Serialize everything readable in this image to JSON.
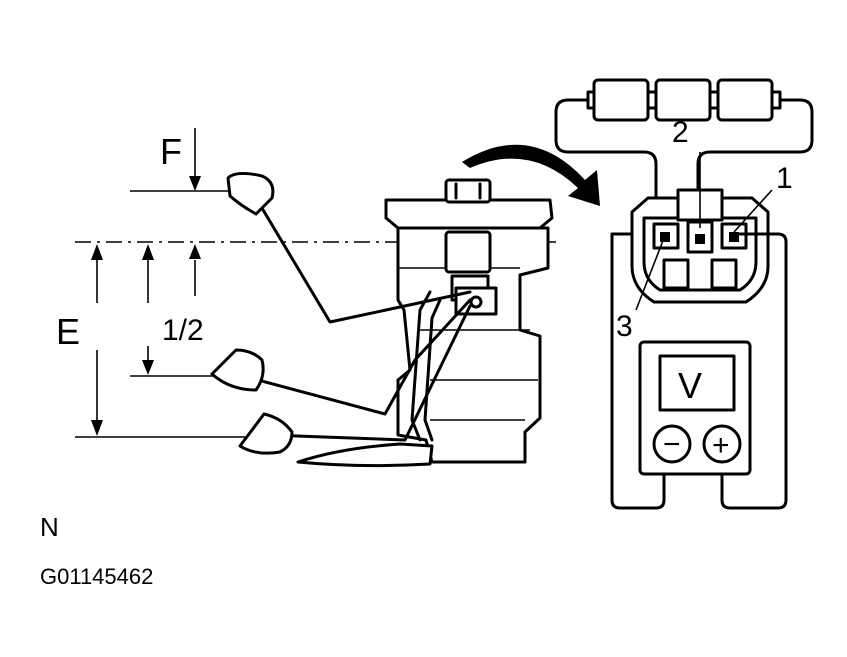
{
  "labels": {
    "f": "F",
    "e": "E",
    "half": "1/2",
    "terminal_1": "1",
    "terminal_2": "2",
    "terminal_3": "3",
    "meter": "V",
    "meter_minus": "−",
    "meter_plus": "+",
    "view_letter": "N",
    "figure_code": "G01145462"
  }
}
